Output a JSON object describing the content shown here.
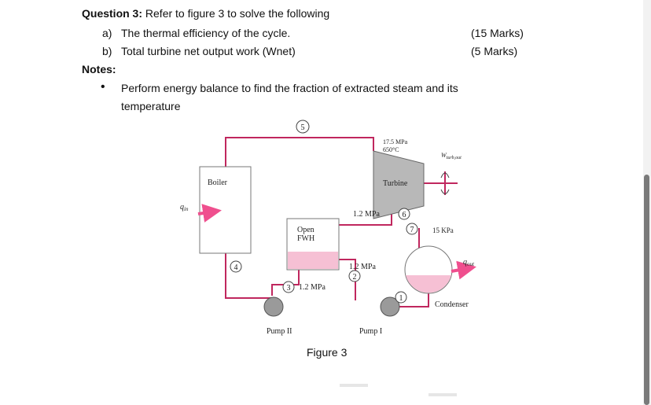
{
  "question": {
    "heading_bold": "Question 3:",
    "heading_rest": " Refer to figure 3 to solve the following",
    "items": [
      {
        "letter": "a)",
        "text": "The thermal efficiency of the cycle.",
        "marks": "(15 Marks)"
      },
      {
        "letter": "b)",
        "text": "Total turbine net output work (Wnet)",
        "marks": "(5 Marks)"
      }
    ]
  },
  "notes": {
    "heading": "Notes:",
    "bullet": "•",
    "line1": "Perform energy balance to find the fraction of extracted steam and its",
    "line2": "temperature"
  },
  "figure": {
    "caption": "Figure 3",
    "boiler": "Boiler",
    "turbine": "Turbine",
    "fwh_line1": "Open",
    "fwh_line2": "FWH",
    "condenser": "Condenser",
    "pump2": "Pump II",
    "pump1": "Pump I",
    "inlet_pressure": "17.5 MPa",
    "inlet_temp": "650°C",
    "extract_pressure": "1.2 MPa",
    "exhaust_pressure": "15 KPa",
    "pump1_out_pressure": "1.2 MPa",
    "fwh_out_pressure": "1.2 MPa",
    "q_in": "q",
    "q_in_sub": "in",
    "q_out": "q",
    "q_out_sub": "out",
    "w_turb": "W",
    "w_turb_sub": "turb,out",
    "states": [
      "1",
      "2",
      "3",
      "4",
      "5",
      "6",
      "7"
    ],
    "colors": {
      "pipe": "#c0275e",
      "fwh_liquid": "#f6c0d4",
      "arrow": "#ef4f8e",
      "pump_fill": "#9a9a9a"
    }
  }
}
